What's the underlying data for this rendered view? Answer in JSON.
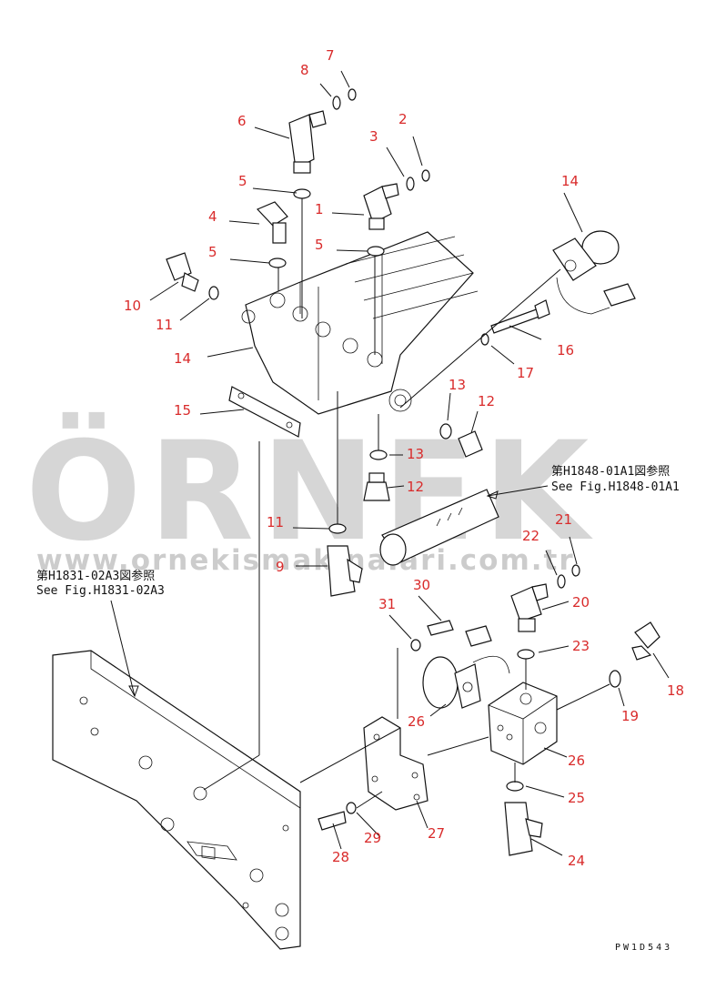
{
  "drawing_code": "PW1D543",
  "watermark": {
    "brand": "ÖRNEK",
    "url": "www.ornekismakinalari.com.tr",
    "accent_color": "#f5c400"
  },
  "references": {
    "fig_a_jp": "第H1848-01A1図参照",
    "fig_a_en": "See Fig.H1848-01A1",
    "fig_b_jp": "第H1831-02A3図参照",
    "fig_b_en": "See Fig.H1831-02A3"
  },
  "callouts": [
    "7",
    "8",
    "6",
    "2",
    "3",
    "5",
    "1",
    "4",
    "5",
    "5",
    "14",
    "10",
    "11",
    "14",
    "16",
    "17",
    "15",
    "13",
    "12",
    "13",
    "12",
    "11",
    "9",
    "22",
    "21",
    "30",
    "31",
    "20",
    "23",
    "18",
    "19",
    "26",
    "26",
    "25",
    "29",
    "28",
    "27",
    "24"
  ],
  "colors": {
    "callout": "#d92b2b",
    "line": "#111111"
  }
}
